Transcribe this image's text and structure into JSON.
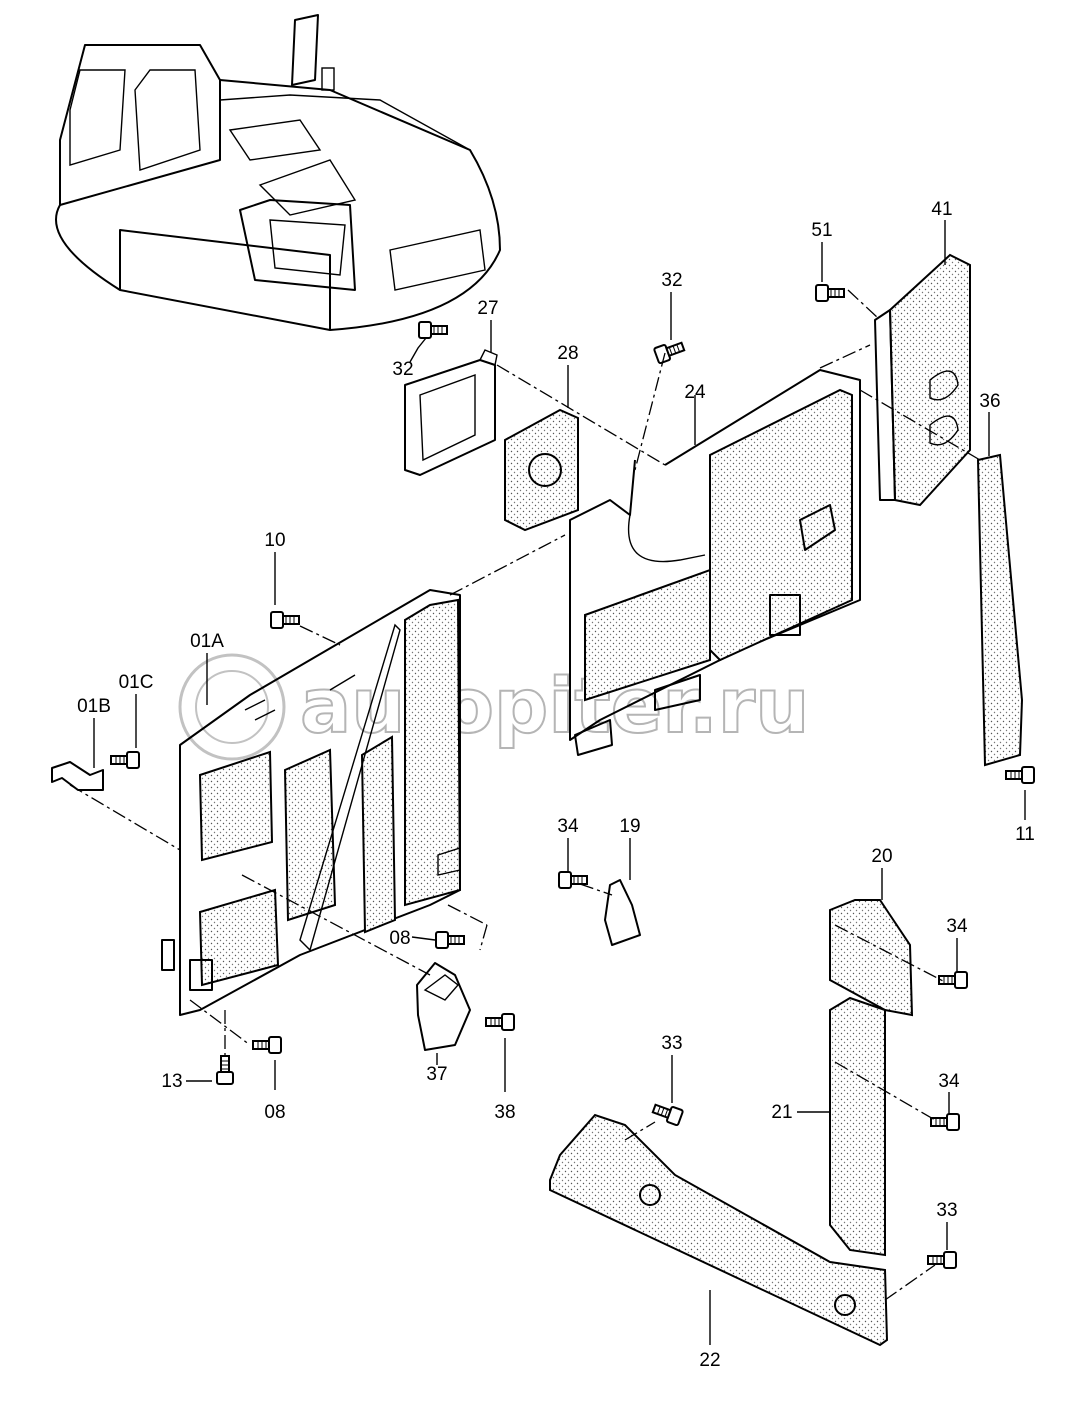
{
  "diagram": {
    "watermark": "autopiter.ru",
    "callouts": [
      {
        "id": "c41",
        "text": "41"
      },
      {
        "id": "c51",
        "text": "51"
      },
      {
        "id": "c32a",
        "text": "32"
      },
      {
        "id": "c27",
        "text": "27"
      },
      {
        "id": "c28",
        "text": "28"
      },
      {
        "id": "c32b",
        "text": "32"
      },
      {
        "id": "c24",
        "text": "24"
      },
      {
        "id": "c36",
        "text": "36"
      },
      {
        "id": "c10",
        "text": "10"
      },
      {
        "id": "c01A",
        "text": "01A"
      },
      {
        "id": "c01C",
        "text": "01C"
      },
      {
        "id": "c01B",
        "text": "01B"
      },
      {
        "id": "c11",
        "text": "11"
      },
      {
        "id": "c34a",
        "text": "34"
      },
      {
        "id": "c19",
        "text": "19"
      },
      {
        "id": "c20",
        "text": "20"
      },
      {
        "id": "c08a",
        "text": "08"
      },
      {
        "id": "c34b",
        "text": "34"
      },
      {
        "id": "c33a",
        "text": "33"
      },
      {
        "id": "c34c",
        "text": "34"
      },
      {
        "id": "c21",
        "text": "21"
      },
      {
        "id": "c13",
        "text": "13"
      },
      {
        "id": "c37",
        "text": "37"
      },
      {
        "id": "c08b",
        "text": "08"
      },
      {
        "id": "c38",
        "text": "38"
      },
      {
        "id": "c33b",
        "text": "33"
      },
      {
        "id": "c22",
        "text": "22"
      }
    ]
  }
}
